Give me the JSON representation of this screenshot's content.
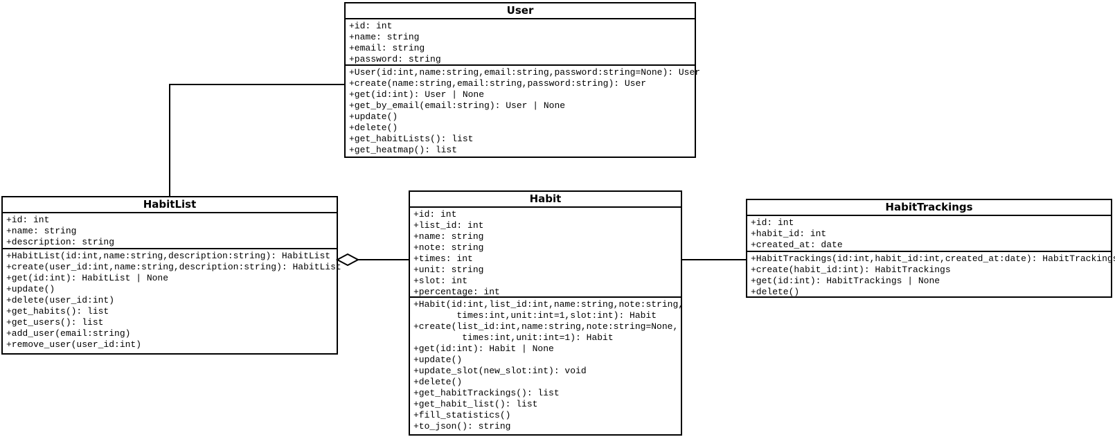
{
  "classes": [
    {
      "name": "User",
      "attributes": [
        "+id: int",
        "+name: string",
        "+email: string",
        "+password: string"
      ],
      "methods": [
        "+User(id:int,name:string,email:string,password:string=None): User",
        "+create(name:string,email:string,password:string): User",
        "+get(id:int): User | None",
        "+get_by_email(email:string): User | None",
        "+update()",
        "+delete()",
        "+get_habitLists(): list",
        "+get_heatmap(): list"
      ]
    },
    {
      "name": "HabitList",
      "attributes": [
        "+id: int",
        "+name: string",
        "+description: string"
      ],
      "methods": [
        "+HabitList(id:int,name:string,description:string): HabitList",
        "+create(user_id:int,name:string,description:string): HabitList",
        "+get(id:int): HabitList | None",
        "+update()",
        "+delete(user_id:int)",
        "+get_habits(): list",
        "+get_users(): list",
        "+add_user(email:string)",
        "+remove_user(user_id:int)"
      ]
    },
    {
      "name": "Habit",
      "attributes": [
        "+id: int",
        "+list_id: int",
        "+name: string",
        "+note: string",
        "+times: int",
        "+unit: string",
        "+slot: int",
        "+percentage: int"
      ],
      "methods": [
        "+Habit(id:int,list_id:int,name:string,note:string,",
        "        times:int,unit:int=1,slot:int): Habit",
        "+create(list_id:int,name:string,note:string=None,",
        "         times:int,unit:int=1): Habit",
        "+get(id:int): Habit | None",
        "+update()",
        "+update_slot(new_slot:int): void",
        "+delete()",
        "+get_habitTrackings(): list",
        "+get_habit_list(): list",
        "+fill_statistics()",
        "+to_json(): string"
      ]
    },
    {
      "name": "HabitTrackings",
      "attributes": [
        "+id: int",
        "+habit_id: int",
        "+created_at: date"
      ],
      "methods": [
        "+HabitTrackings(id:int,habit_id:int,created_at:date): HabitTrackings",
        "+create(habit_id:int): HabitTrackings",
        "+get(id:int): HabitTrackings | None",
        "+delete()"
      ]
    }
  ],
  "relationships": [
    {
      "from": "User",
      "to": "HabitList",
      "type": "association"
    },
    {
      "from": "HabitList",
      "to": "Habit",
      "type": "aggregation",
      "diamond_at": "HabitList"
    },
    {
      "from": "Habit",
      "to": "HabitTrackings",
      "type": "association"
    }
  ],
  "colors": {
    "background": "#ffffff",
    "line": "#000000",
    "text": "#000000",
    "box_fill": "#ffffff"
  }
}
